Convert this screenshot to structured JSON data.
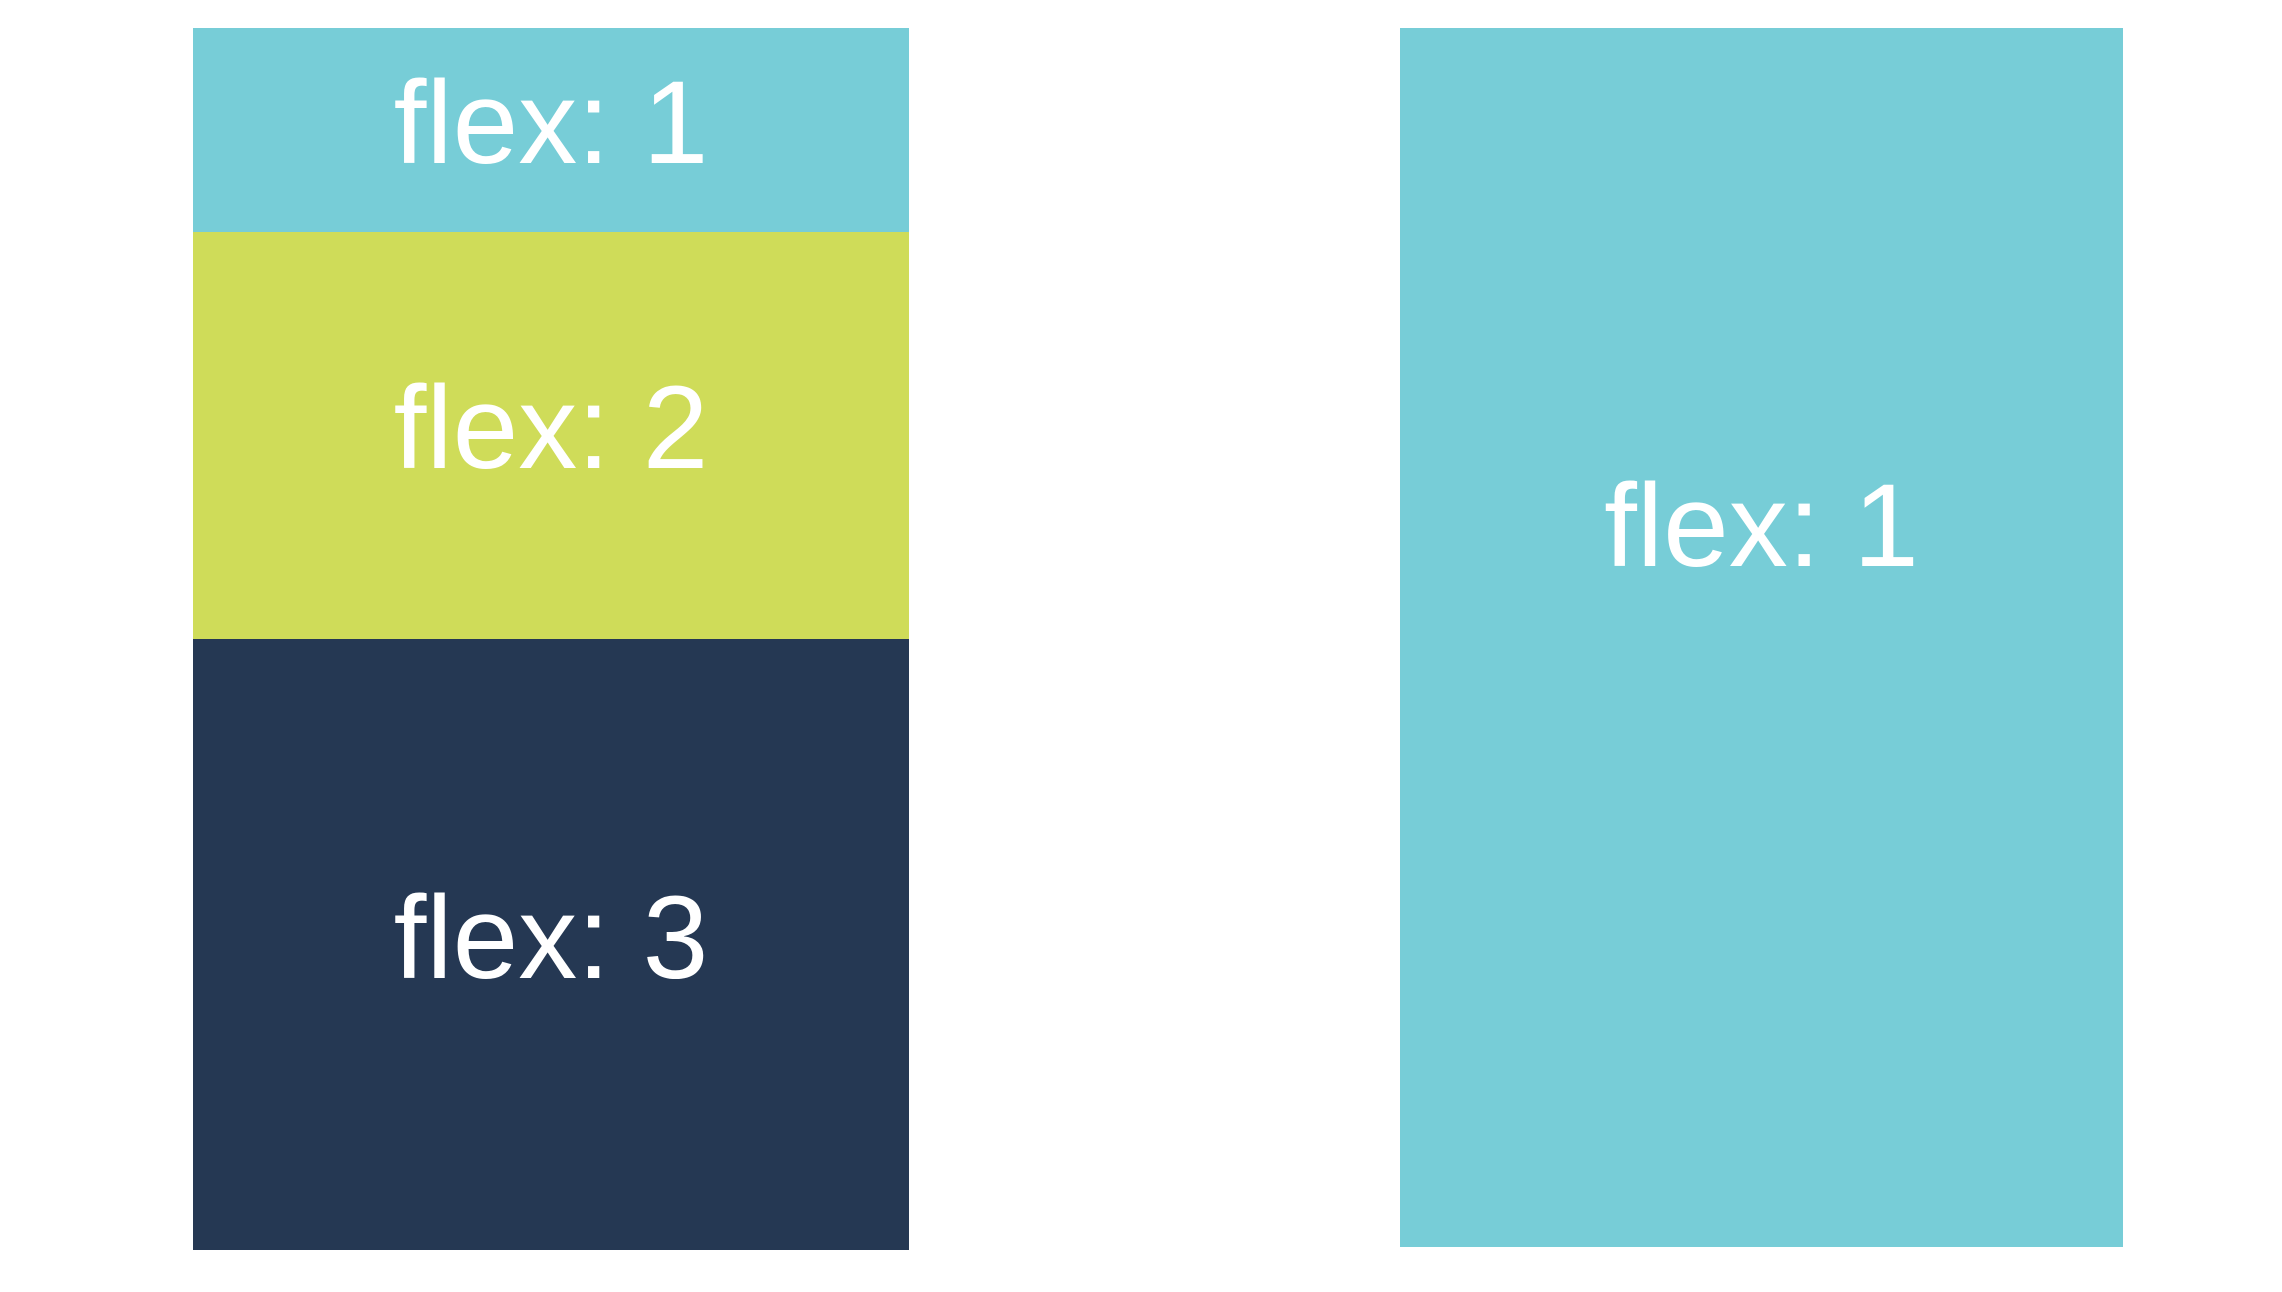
{
  "colors": {
    "teal": "#77cdd7",
    "lime": "#cfdc59",
    "navy": "#253853",
    "text": "#ffffff"
  },
  "left_column": {
    "boxes": [
      {
        "label": "flex: 1",
        "color": "teal",
        "flex": 1
      },
      {
        "label": "flex: 2",
        "color": "lime",
        "flex": 2
      },
      {
        "label": "flex: 3",
        "color": "navy",
        "flex": 3
      }
    ]
  },
  "right_column": {
    "boxes": [
      {
        "label": "flex: 1",
        "color": "teal",
        "flex": 1
      }
    ]
  }
}
